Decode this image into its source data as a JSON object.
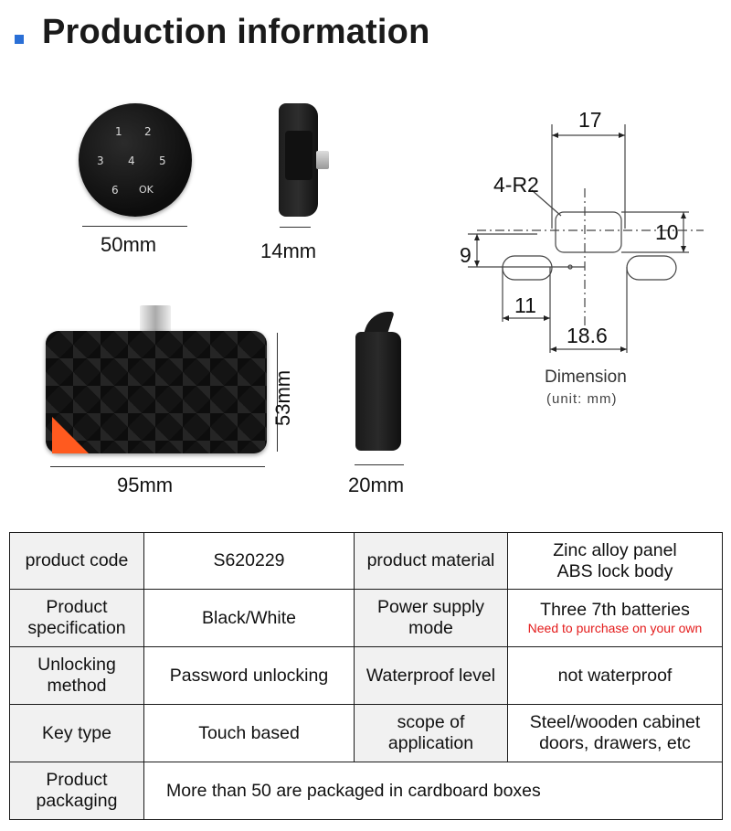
{
  "header": {
    "title": "Production information"
  },
  "product_views": {
    "round_panel": {
      "keys": [
        "1",
        "2",
        "3",
        "4",
        "5",
        "6",
        "OK"
      ],
      "width_label": "50mm"
    },
    "round_side": {
      "depth_label": "14mm"
    },
    "lock_body": {
      "width_label": "95mm",
      "height_label": "53mm"
    },
    "lock_body_side": {
      "depth_label": "20mm"
    }
  },
  "dimension_drawing": {
    "labels": [
      "17",
      "4-R2",
      "10",
      "9",
      "11",
      "18.6"
    ],
    "caption": "Dimension",
    "unit": "(unit: mm)"
  },
  "spec_table": {
    "rows": [
      {
        "label1": "product code",
        "value1": "S620229",
        "label2": "product material",
        "value2_lines": [
          "Zinc alloy panel",
          "ABS lock body"
        ]
      },
      {
        "label1": "Product specification",
        "value1": "Black/White",
        "label2": "Power supply mode",
        "value2": "Three 7th batteries",
        "value2_note": "Need to purchase on your own"
      },
      {
        "label1": "Unlocking method",
        "value1": "Password unlocking",
        "label2": "Waterproof level",
        "value2": "not waterproof"
      },
      {
        "label1": "Key type",
        "value1": "Touch based",
        "label2": "scope of application",
        "value2": "Steel/wooden cabinet doors, drawers, etc"
      },
      {
        "label1": "Product packaging",
        "value1": "More than 50 are packaged in cardboard boxes"
      }
    ]
  },
  "colors": {
    "accent": "#2a6fd6",
    "note_red": "#e41b1b",
    "lock_orange": "#ff5a1f"
  }
}
